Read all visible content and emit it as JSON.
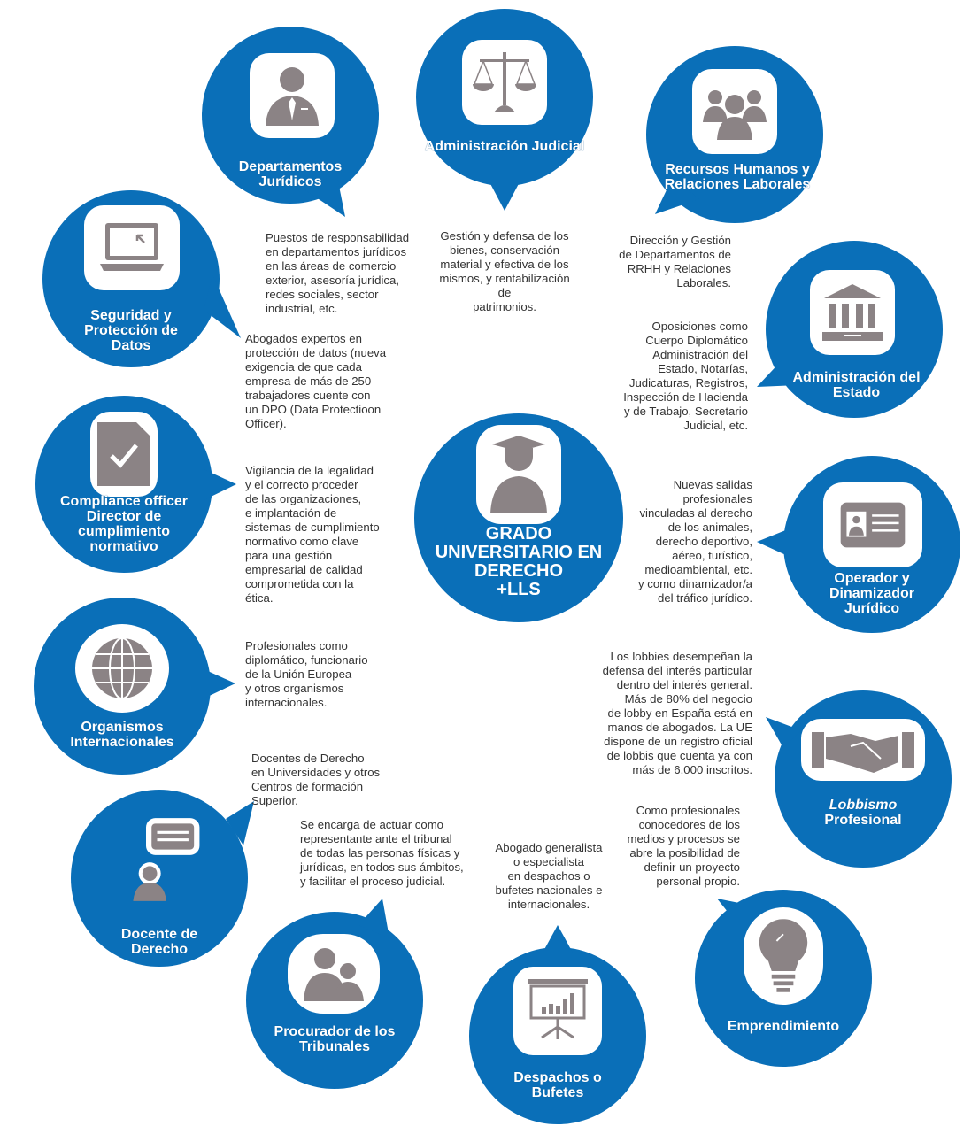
{
  "center": {
    "title_lines": [
      "GRADO",
      "UNIVERSITARIO EN",
      "DERECHO",
      "+LLS"
    ],
    "icon": "graduate-icon"
  },
  "colors": {
    "bubble": "#0a6fb8",
    "icon_fill": "#8b8385",
    "text": "#333333"
  },
  "careers": [
    {
      "id": "departamentos-juridicos",
      "label": "Departamentos Jurídicos",
      "icon": "lawyer-icon",
      "description": "Puestos de responsabilidad\nen departamentos jurídicos\nen las áreas de comercio\nexterior, asesoría jurídica,\nredes sociales, sector\nindustrial, etc."
    },
    {
      "id": "administracion-judicial",
      "label": "Administración Judicial",
      "icon": "scales-icon",
      "description": "Gestión y defensa de los\nbienes, conservación\nmaterial y efectiva de los\nmismos, y rentabilización de\npatrimonios."
    },
    {
      "id": "recursos-humanos",
      "label": "Recursos Humanos y Relaciones Laborales",
      "icon": "people-group-icon",
      "description": "Dirección y Gestión\nde Departamentos de\nRRHH y Relaciones\nLaborales."
    },
    {
      "id": "seguridad-datos",
      "label": "Seguridad y Protección de Datos",
      "icon": "laptop-icon",
      "description": "Abogados expertos en\nprotección de datos (nueva\nexigencia de que cada\nempresa de más de 250\ntrabajadores cuente con\nun DPO (Data Protectioon\nOfficer)."
    },
    {
      "id": "administracion-estado",
      "label": "Administración del Estado",
      "icon": "government-building-icon",
      "description": "Oposiciones como\nCuerpo Diplomático\nAdministración del\nEstado, Notarías,\nJudicaturas, Registros,\nInspección de Hacienda\ny de Trabajo, Secretario\nJudicial, etc."
    },
    {
      "id": "compliance",
      "label": "Compliance officer Director de cumplimiento normativo",
      "icon": "checked-document-icon",
      "description": "Vigilancia de la legalidad\ny el correcto proceder\nde las organizaciones,\ne implantación de\nsistemas de cumplimiento\nnormativo como clave\npara una gestión\nempresarial de calidad\ncomprometida con la\nética."
    },
    {
      "id": "operador-dinamizador",
      "label": "Operador y Dinamizador Jurídico",
      "icon": "id-card-icon",
      "description": "Nuevas salidas\nprofesionales\nvinculadas al derecho\nde los animales,\nderecho deportivo,\naéreo, turístico,\nmedioambiental, etc.\ny como dinamizador/a\ndel tráfico jurídico."
    },
    {
      "id": "organismos-internacionales",
      "label": "Organismos Internacionales",
      "icon": "globe-icon",
      "description": "Profesionales como\ndiplomático, funcionario\nde la Unión Europea\ny otros organismos\ninternacionales."
    },
    {
      "id": "lobbismo",
      "label_italic": "Lobbismo",
      "label": "Profesional",
      "icon": "handshake-icon",
      "description": "Los lobbies desempeñan la\ndefensa del interés particular\ndentro del interés general.\nMás de 80% del negocio\nde lobby en España está en\nmanos de abogados. La UE\ndispone de un registro oficial\nde lobbis que cuenta ya con\nmás de 6.000 inscritos."
    },
    {
      "id": "docente",
      "label": "Docente de Derecho",
      "icon": "teacher-speech-icon",
      "description": "Docentes de Derecho\nen Universidades y otros\nCentros de formación\nSuperior."
    },
    {
      "id": "procurador",
      "label": "Procurador de los Tribunales",
      "icon": "two-people-icon",
      "description": "Se encarga de actuar como\nrepresentante ante el tribunal\nde todas las personas físicas y\njurídicas, en todos sus ámbitos,\ny facilitar el proceso judicial."
    },
    {
      "id": "despachos",
      "label": "Despachos o Bufetes",
      "icon": "presentation-board-icon",
      "description": "Abogado generalista\no especialista\nen despachos o\nbufetes nacionales e\ninternacionales."
    },
    {
      "id": "emprendimiento",
      "label": "Emprendimiento",
      "icon": "lightbulb-icon",
      "description": "Como profesionales\nconocedores de los\nmedios y procesos se\nabre la posibilidad de\ndefinir un proyecto\npersonal propio."
    }
  ]
}
